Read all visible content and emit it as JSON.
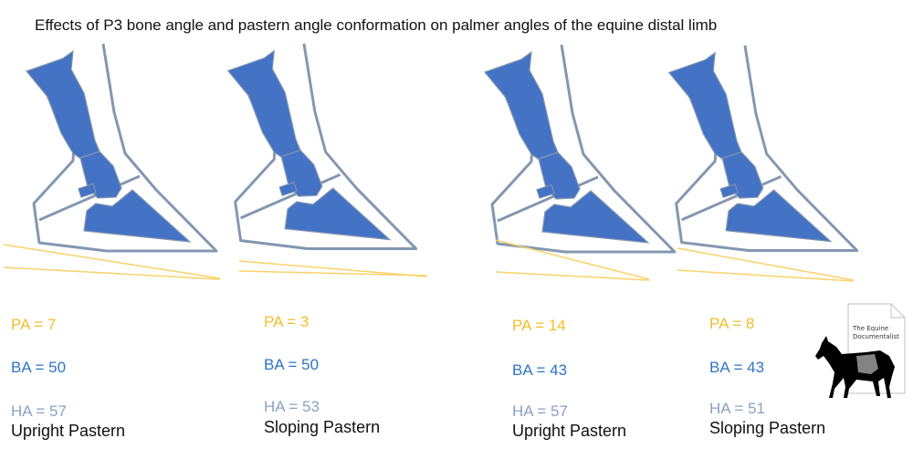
{
  "title": "Effects of P3 bone angle and pastern angle conformation on palmer angles of the equine distal limb",
  "colors": {
    "bone": "#4472c4",
    "hoof_outline": "#8497b0",
    "pa_line": "#fbd26a",
    "pa_text": "#f3be2c",
    "ba_text": "#2f74c6",
    "ha_text": "#8aa1c6"
  },
  "panels": [
    {
      "pa": "PA = 7",
      "ba": "BA = 50",
      "ha": "HA = 57",
      "label": "Upright Pastern"
    },
    {
      "pa": "PA = 3",
      "ba": "BA = 50",
      "ha": "HA = 53",
      "label": "Sloping Pastern"
    },
    {
      "pa": "PA = 14",
      "ba": "BA = 43",
      "ha": "HA = 57",
      "label": "Upright Pastern"
    },
    {
      "pa": "PA = 8",
      "ba": "BA = 43",
      "ha": "HA = 51",
      "label": "Sloping Pastern"
    }
  ],
  "logo": {
    "line1": "The Equine",
    "line2": "Documentalist",
    "icon": "horse-silhouette-icon"
  }
}
